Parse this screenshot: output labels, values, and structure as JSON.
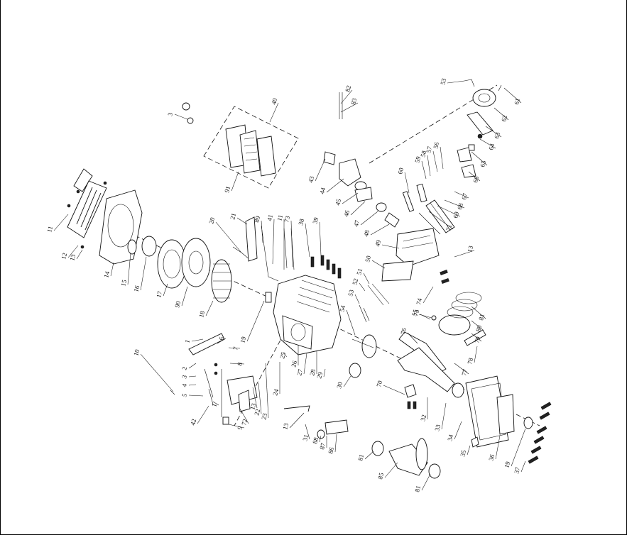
{
  "labels": [
    "1",
    "2",
    "3",
    "4",
    "5",
    "6",
    "7",
    "8",
    "9",
    "10",
    "11",
    "12",
    "13",
    "14",
    "15",
    "16",
    "17",
    "18",
    "19",
    "20",
    "21",
    "22",
    "23",
    "24",
    "25",
    "26",
    "27",
    "28",
    "29",
    "30",
    "31",
    "32",
    "33",
    "34",
    "35",
    "36",
    "37",
    "38",
    "39",
    "40",
    "41",
    "43",
    "44",
    "45",
    "46",
    "47",
    "48",
    "49",
    "50",
    "51",
    "52",
    "53",
    "54",
    "55",
    "56",
    "57",
    "58",
    "59",
    "60",
    "61",
    "62",
    "63",
    "64",
    "65",
    "66",
    "67",
    "68",
    "69",
    "70",
    "71",
    "72",
    "73",
    "74",
    "75",
    "76",
    "77",
    "78",
    "79",
    "80",
    "81",
    "82",
    "83",
    "85",
    "86",
    "87",
    "88",
    "89",
    "90",
    "91"
  ]
}
